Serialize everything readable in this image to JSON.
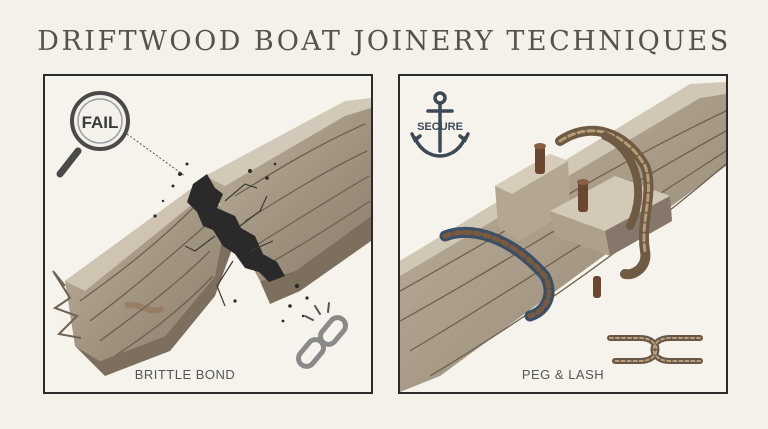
{
  "title": "DRIFTWOOD BOAT JOINERY TECHNIQUES",
  "panels": {
    "left": {
      "badge": "FAIL",
      "caption": "BRITTLE BOND",
      "icons": [
        "magnifier-icon",
        "broken-chain-icon"
      ]
    },
    "right": {
      "badge": "SECURE",
      "caption": "PEG & LASH",
      "icons": [
        "anchor-icon",
        "reef-knot-icon"
      ]
    }
  },
  "colors": {
    "wood": "#a79b87",
    "wood_dark": "#6f6253",
    "glue": "#2a2a2a",
    "rope": "#7a5a3e",
    "braid_blue": "#3b4f66",
    "frame": "#2b2b2b"
  }
}
